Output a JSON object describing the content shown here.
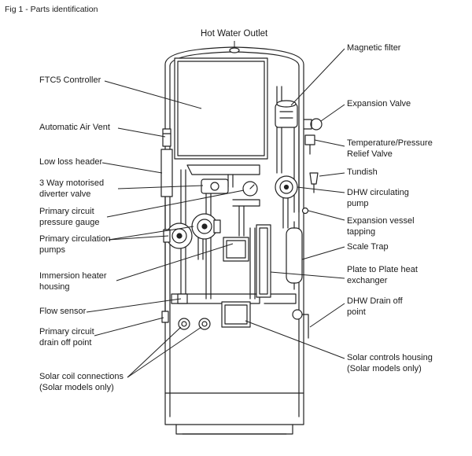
{
  "figure": {
    "title": "Fig 1 - Parts identification",
    "top_label": "Hot Water Outlet",
    "labels_left": [
      "FTC5 Controller",
      "Automatic Air Vent",
      "Low loss header",
      "3 Way motorised\ndiverter valve",
      "Primary circuit\npressure gauge",
      "Primary circulation\npumps",
      "Immersion heater\nhousing",
      "Flow sensor",
      "Primary circuit\ndrain off point",
      "Solar coil connections\n(Solar models only)"
    ],
    "labels_right": [
      "Magnetic filter",
      "Expansion Valve",
      "Temperature/Pressure\nRelief Valve",
      "Tundish",
      "DHW circulating\npump",
      "Expansion vessel\ntapping",
      "Scale Trap",
      "Plate to Plate heat\nexchanger",
      "DHW Drain off\npoint",
      "Solar controls housing\n(Solar models only)"
    ]
  }
}
